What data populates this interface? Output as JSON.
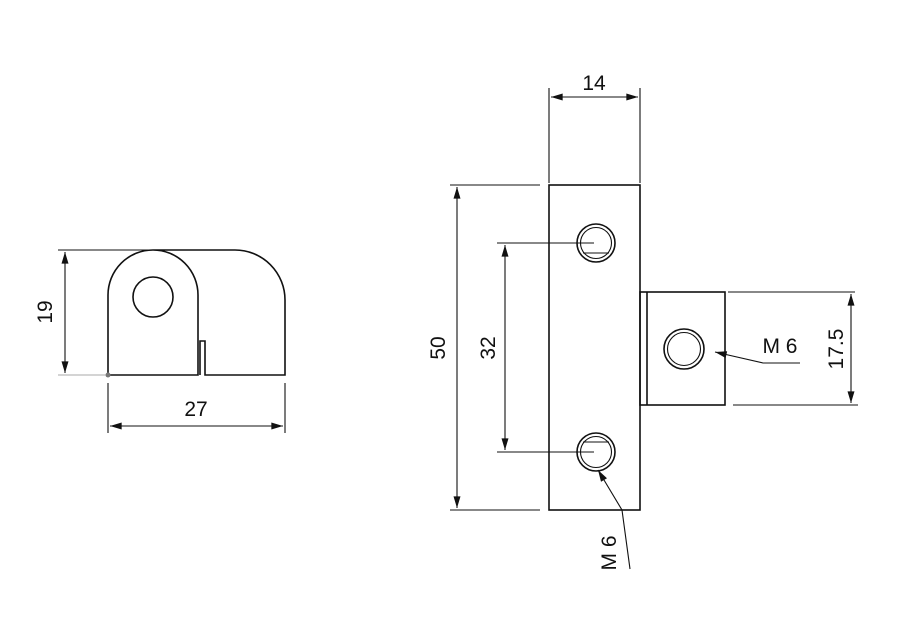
{
  "side_view": {
    "height_dim": "19",
    "width_dim": "27"
  },
  "front_view": {
    "width_dim": "14",
    "height_dim": "50",
    "hole_spacing_dim": "32",
    "block_height_dim": "17.5",
    "thread_label_side": "M 6",
    "thread_label_bottom": "M 6"
  },
  "colors": {
    "line": "#111111",
    "background": "#ffffff"
  }
}
